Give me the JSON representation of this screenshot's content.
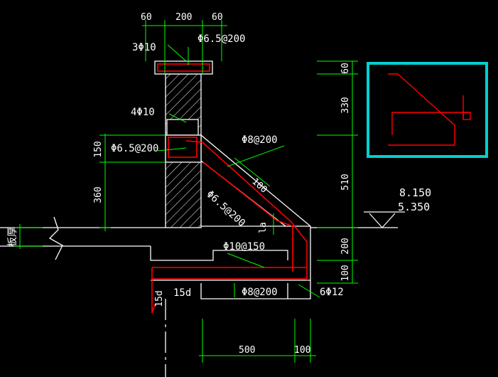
{
  "colors": {
    "background": "#000000",
    "outline": "#ffffff",
    "dimension": "#00ff00",
    "rebar": "#ff0000",
    "highlight_box": "#00d0d0"
  },
  "dims_top": {
    "left": "60",
    "middle": "200",
    "right": "60"
  },
  "dims_right": [
    "60",
    "330",
    "510",
    "200",
    "100"
  ],
  "dims_left": [
    "150",
    "360"
  ],
  "dims_bottom": {
    "main": "500",
    "edge": "100"
  },
  "labels": {
    "top_bars": "3Φ10",
    "top_stirrup": "Φ6.5@200",
    "mid_bars": "4Φ10",
    "mid_stirrup": "Φ6.5@200",
    "slope_top_bar": "Φ8@200",
    "slope_dist": "Φ6.5@200",
    "slope_len": "100",
    "la": "la",
    "slab_top_bar": "Φ10@150",
    "slab_bottom_bar": "Φ8@200",
    "bottom_bars": "6Φ12",
    "anchor_left": "15d",
    "anchor_mid": "15d",
    "slab_thickness": "板厚",
    "elev_top": "8.150",
    "elev_bottom": "5.350"
  }
}
